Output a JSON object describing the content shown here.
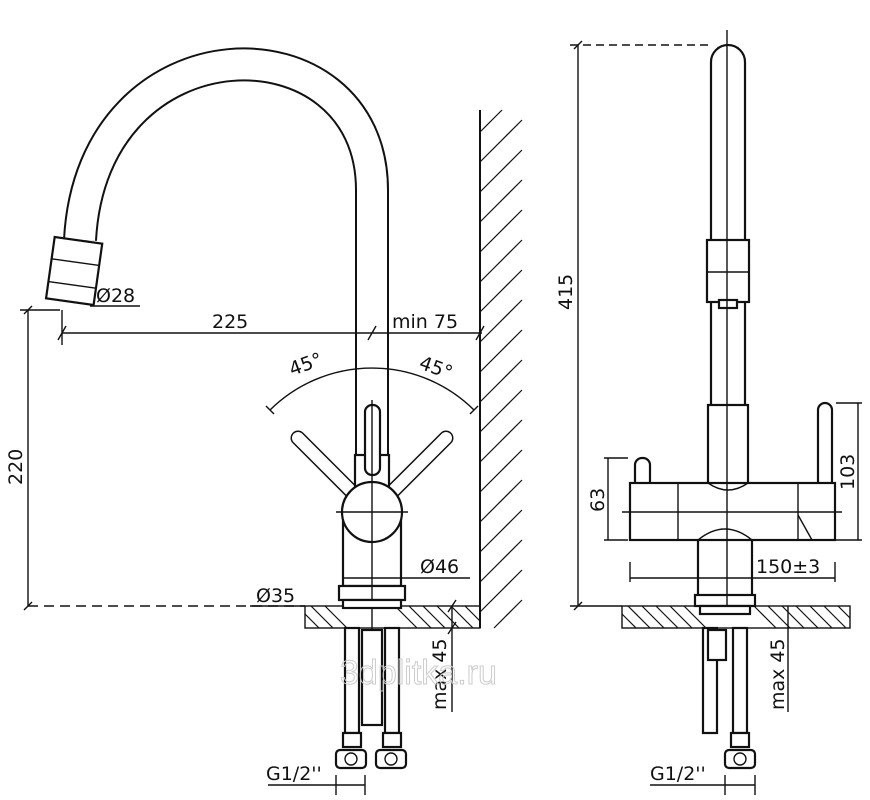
{
  "watermark": "3dplitka.ru",
  "colors": {
    "line": "#111111",
    "background": "#ffffff"
  },
  "side_view": {
    "nozzle_diameter": "Ø28",
    "reach": "225",
    "wall_clearance": "min 75",
    "lever_angle_left": "45°",
    "lever_angle_right": "45°",
    "spout_height": "220",
    "body_diameter": "Ø46",
    "mount_diameter": "Ø35",
    "max_counter_thickness": "max 45",
    "connection": "G1/2''"
  },
  "front_view": {
    "total_height": "415",
    "lever_height": "103",
    "body_height": "63",
    "body_width": "150±3",
    "max_counter_thickness": "max 45",
    "connection": "G1/2''"
  }
}
